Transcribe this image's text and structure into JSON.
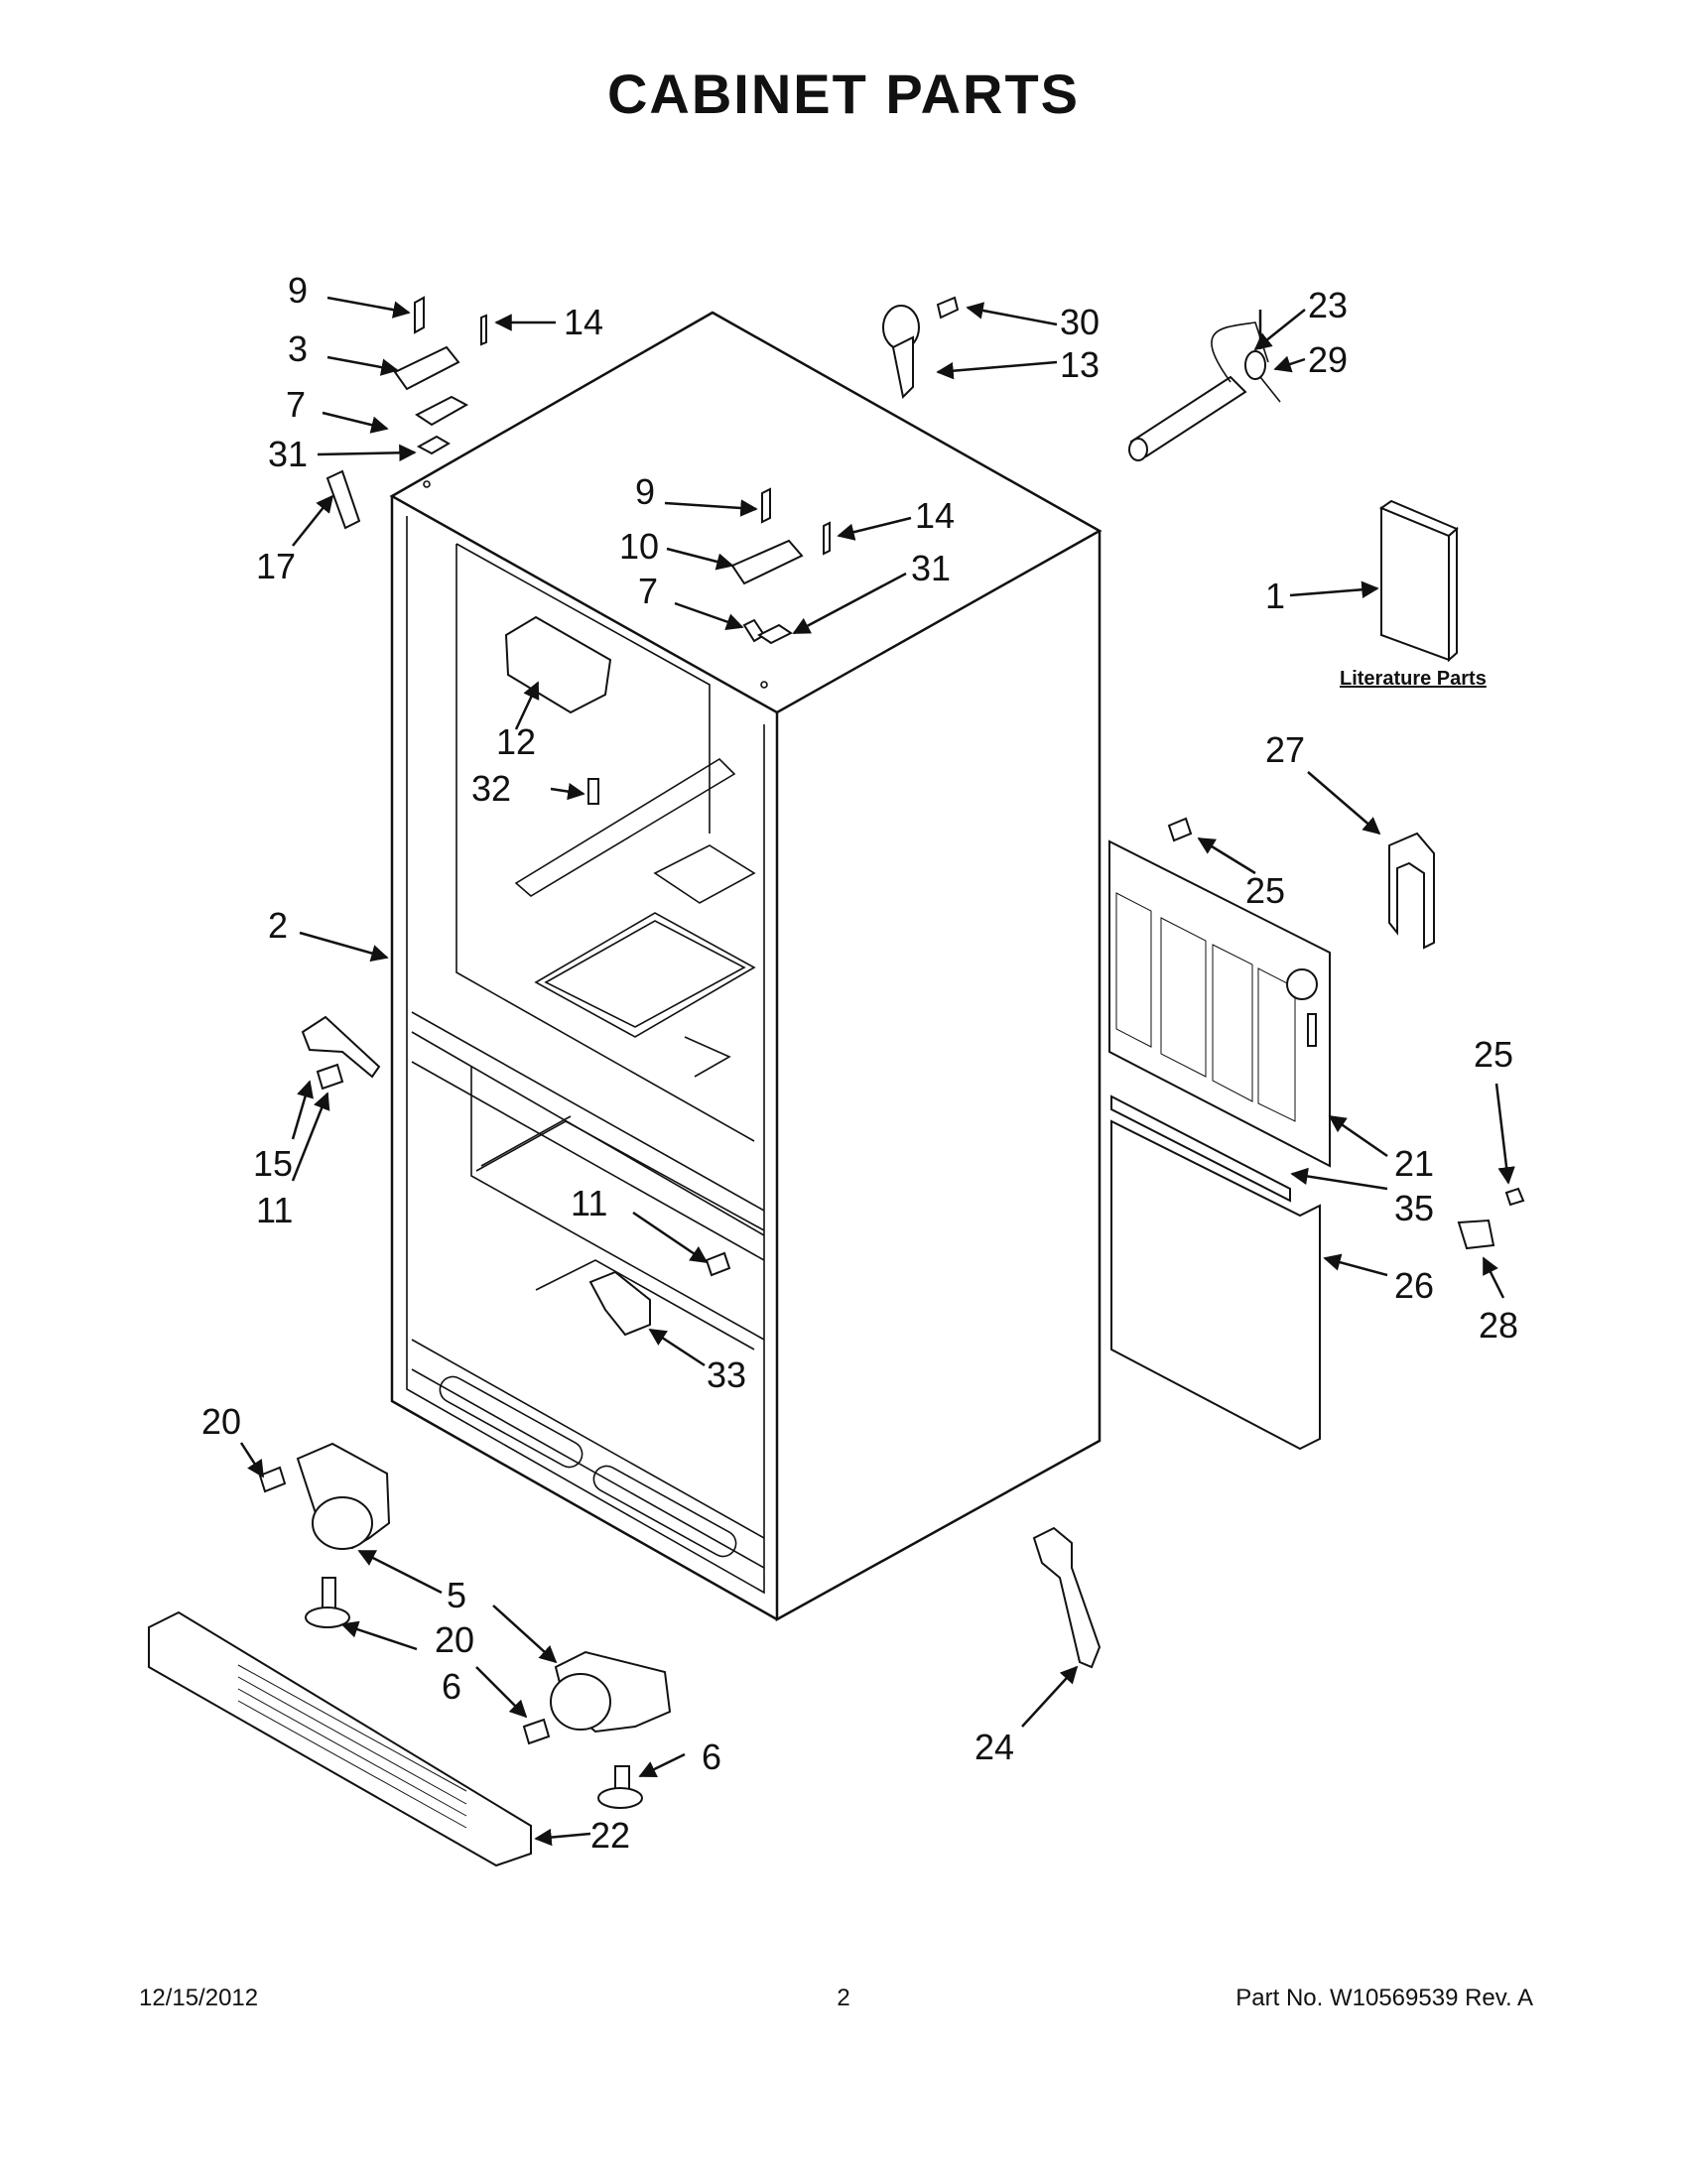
{
  "title": "CABINET PARTS",
  "literature_label": "Literature Parts",
  "callouts": {
    "c1": "1",
    "c2": "2",
    "c3": "3",
    "c5": "5",
    "c6a": "6",
    "c6b": "6",
    "c7a": "7",
    "c7b": "7",
    "c9a": "9",
    "c9b": "9",
    "c10": "10",
    "c11a": "11",
    "c11b": "11",
    "c12": "12",
    "c13": "13",
    "c14a": "14",
    "c14b": "14",
    "c15": "15",
    "c17": "17",
    "c20a": "20",
    "c20b": "20",
    "c21": "21",
    "c22": "22",
    "c23": "23",
    "c24": "24",
    "c25a": "25",
    "c25b": "25",
    "c26": "26",
    "c27": "27",
    "c28": "28",
    "c29": "29",
    "c30": "30",
    "c31a": "31",
    "c31b": "31",
    "c32": "32",
    "c33": "33",
    "c35": "35"
  },
  "footer": {
    "date": "12/15/2012",
    "page": "2",
    "part_no": "Part No.  W10569539  Rev.  A"
  }
}
